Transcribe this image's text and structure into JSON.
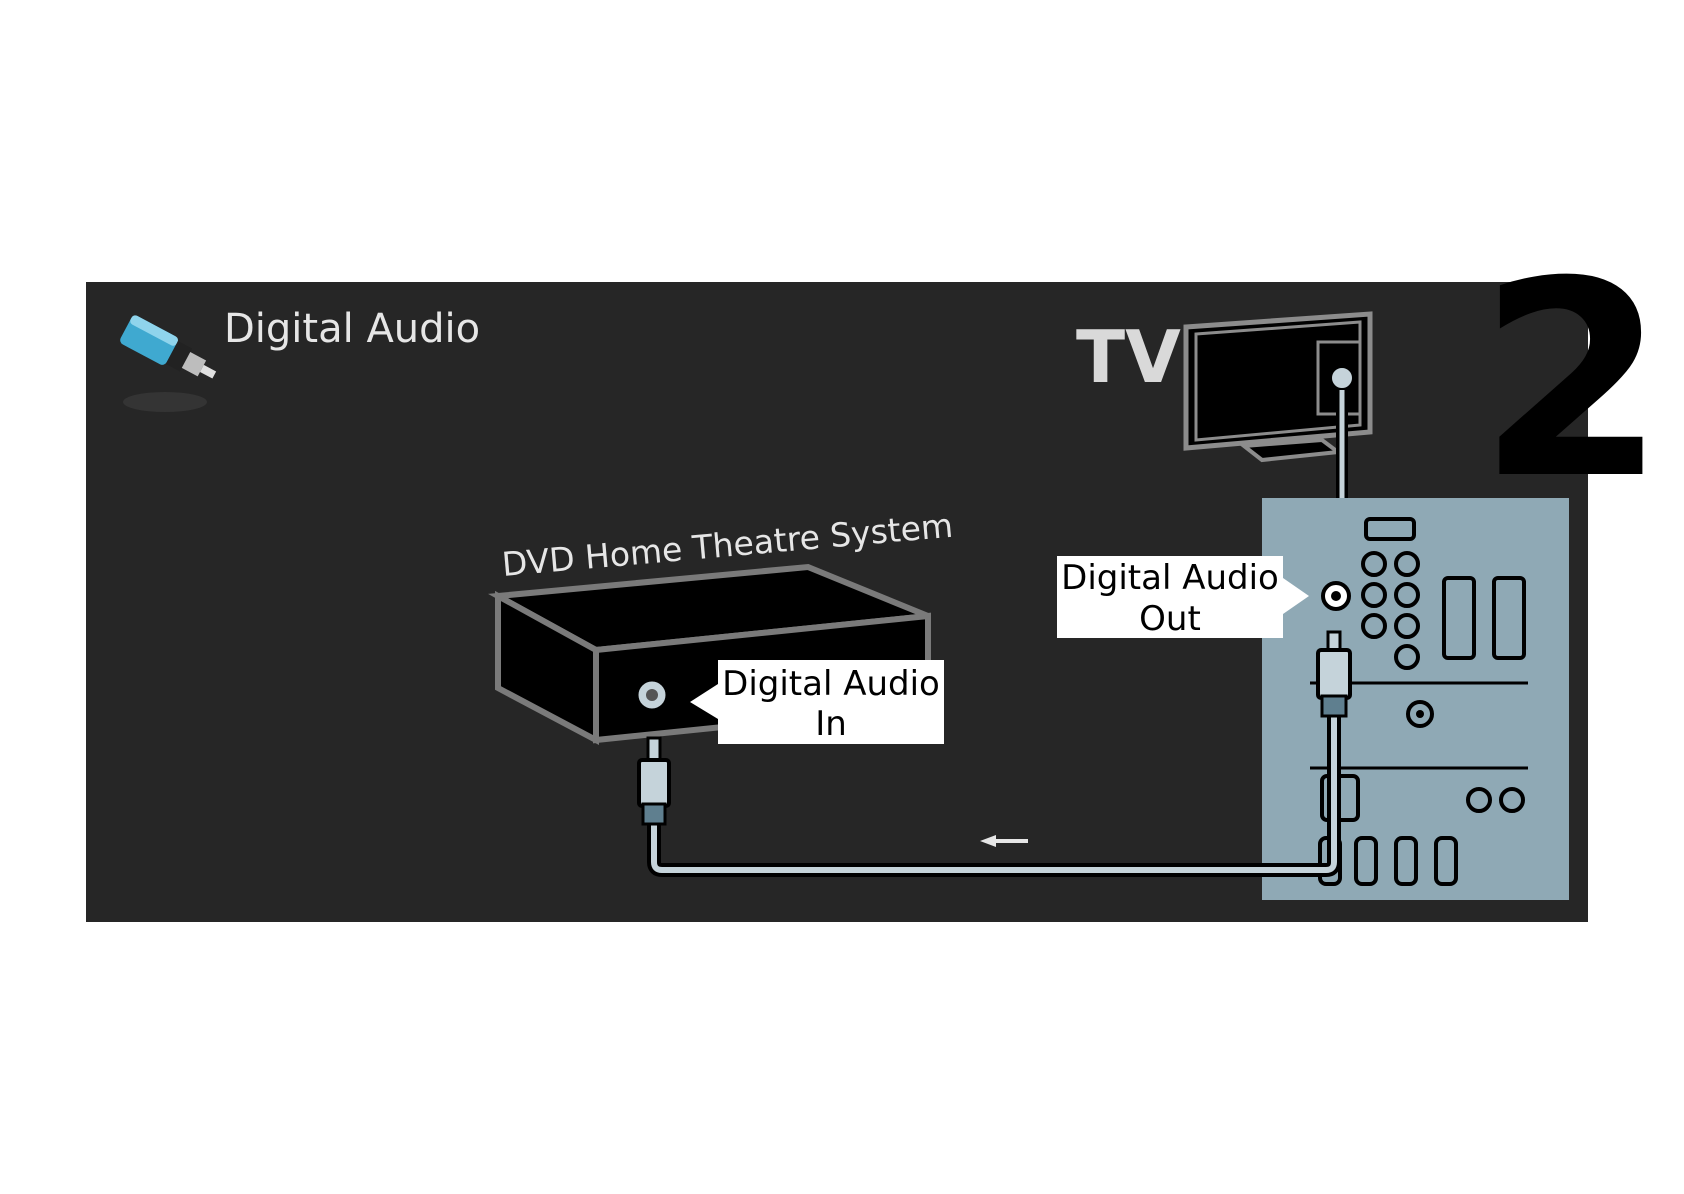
{
  "header": {
    "title": "Digital Audio",
    "step_number": "2"
  },
  "devices": {
    "tv_label": "TV",
    "dvd_label": "DVD Home Theatre System"
  },
  "callouts": {
    "out_line1": "Digital Audio",
    "out_line2": "Out",
    "in_line1": "Digital Audio",
    "in_line2": "In"
  },
  "colors": {
    "panel_bg": "#262626",
    "connector_panel": "#8fa9b5",
    "cable_fill": "#c5d3da",
    "device_outline": "#7a7a7a",
    "callout_bg": "#ffffff",
    "text_light": "#e6e6e6"
  },
  "icons": {
    "header_icon": "rca-plug-icon",
    "direction": "arrow-left-icon"
  }
}
